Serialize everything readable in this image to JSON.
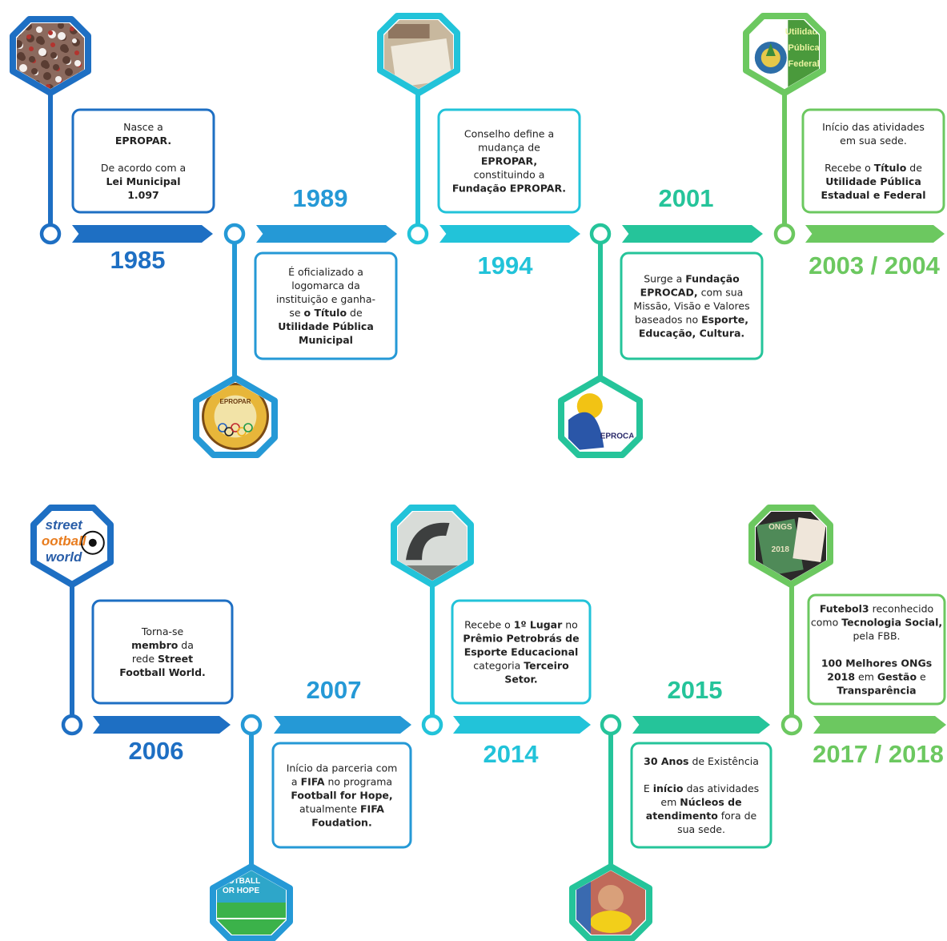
{
  "palette": {
    "dark_blue": "#1e6fc3",
    "mid_blue": "#2599d6",
    "cyan": "#22c3d9",
    "teal": "#25c49a",
    "green": "#6cc860"
  },
  "events": [
    {
      "year": "1985",
      "color": "#1e6fc3",
      "icon": "crowd-photo",
      "lines": [
        [
          {
            "t": "Nasce a"
          }
        ],
        [
          {
            "t": "EPROPAR.",
            "b": true
          }
        ],
        [],
        [
          {
            "t": "De acordo com a"
          }
        ],
        [
          {
            "t": "Lei Municipal",
            "b": true
          }
        ],
        [
          {
            "t": "1.097",
            "b": true
          }
        ]
      ]
    },
    {
      "year": "1989",
      "color": "#2599d6",
      "icon": "epropar-logo",
      "logo_text": "EPROPAR",
      "lines": [
        [
          {
            "t": "É oficializado a"
          }
        ],
        [
          {
            "t": "logomarca da"
          }
        ],
        [
          {
            "t": "instituição e ganha-"
          }
        ],
        [
          {
            "t": "se "
          },
          {
            "t": "o Título",
            "b": true
          },
          {
            "t": " de"
          }
        ],
        [
          {
            "t": "Utilidade Pública",
            "b": true
          }
        ],
        [
          {
            "t": "Municipal",
            "b": true
          }
        ]
      ]
    },
    {
      "year": "1994",
      "color": "#22c3d9",
      "icon": "document-photo",
      "lines": [
        [
          {
            "t": "Conselho define a"
          }
        ],
        [
          {
            "t": "mudança de"
          }
        ],
        [
          {
            "t": "EPROPAR,",
            "b": true
          }
        ],
        [
          {
            "t": "constituindo a"
          }
        ],
        [
          {
            "t": "Fundação EPROPAR.",
            "b": true
          }
        ]
      ]
    },
    {
      "year": "2001",
      "color": "#25c49a",
      "icon": "eprocad-logo",
      "logo_text": "EPROCA",
      "lines": [
        [
          {
            "t": "Surge a "
          },
          {
            "t": "Fundação",
            "b": true
          }
        ],
        [
          {
            "t": "EPROCAD,",
            "b": true
          },
          {
            "t": " com sua"
          }
        ],
        [
          {
            "t": "Missão, Visão e Valores"
          }
        ],
        [
          {
            "t": "baseados no "
          },
          {
            "t": "Esporte,",
            "b": true
          }
        ],
        [
          {
            "t": "Educação, Cultura.",
            "b": true
          }
        ]
      ]
    },
    {
      "year": "2003 / 2004",
      "color": "#6cc860",
      "icon": "brazil-coat-of-arms",
      "seal_text": [
        "Utilidade",
        "Pública",
        "Federal"
      ],
      "lines": [
        [
          {
            "t": "Início das atividades"
          }
        ],
        [
          {
            "t": "em sua sede."
          }
        ],
        [],
        [
          {
            "t": "Recebe o "
          },
          {
            "t": "Título",
            "b": true
          },
          {
            "t": " de"
          }
        ],
        [
          {
            "t": "Utilidade Pública",
            "b": true
          }
        ],
        [
          {
            "t": "Estadual e Federal",
            "b": true
          }
        ]
      ]
    },
    {
      "year": "2006",
      "color": "#1e6fc3",
      "icon": "street-football-world-logo",
      "logo_lines": [
        "street",
        "ootball",
        "world"
      ],
      "lines": [
        [
          {
            "t": "Torna-se"
          }
        ],
        [
          {
            "t": "membro",
            "b": true
          },
          {
            "t": " da"
          }
        ],
        [
          {
            "t": "rede "
          },
          {
            "t": "Street",
            "b": true
          }
        ],
        [
          {
            "t": "Football World.",
            "b": true
          }
        ]
      ]
    },
    {
      "year": "2007",
      "color": "#2599d6",
      "icon": "football-for-hope-logo",
      "logo_lines": [
        "OOTBALL",
        "OR HOPE"
      ],
      "lines": [
        [
          {
            "t": "Início da parceria com"
          }
        ],
        [
          {
            "t": "a "
          },
          {
            "t": "FIFA",
            "b": true
          },
          {
            "t": " no programa"
          }
        ],
        [
          {
            "t": "Football for Hope,",
            "b": true
          }
        ],
        [
          {
            "t": "atualmente "
          },
          {
            "t": "FIFA",
            "b": true
          }
        ],
        [
          {
            "t": "Foudation.",
            "b": true
          }
        ]
      ]
    },
    {
      "year": "2014",
      "color": "#22c3d9",
      "icon": "trophy-photo",
      "lines": [
        [
          {
            "t": "Recebe o "
          },
          {
            "t": "1º Lugar",
            "b": true
          },
          {
            "t": " no"
          }
        ],
        [
          {
            "t": "Prêmio Petrobrás de",
            "b": true
          }
        ],
        [
          {
            "t": "Esporte Educacional",
            "b": true
          }
        ],
        [
          {
            "t": "categoria "
          },
          {
            "t": "Terceiro",
            "b": true
          }
        ],
        [
          {
            "t": "Setor.",
            "b": true
          }
        ]
      ]
    },
    {
      "year": "2015",
      "color": "#25c49a",
      "icon": "child-photo",
      "lines": [
        [
          {
            "t": "30 Anos",
            "b": true
          },
          {
            "t": " de Existência"
          }
        ],
        [],
        [
          {
            "t": "E "
          },
          {
            "t": "início",
            "b": true
          },
          {
            "t": " das atividades"
          }
        ],
        [
          {
            "t": "em "
          },
          {
            "t": "Núcleos de",
            "b": true
          }
        ],
        [
          {
            "t": "atendimento",
            "b": true
          },
          {
            "t": " fora de"
          }
        ],
        [
          {
            "t": "sua sede."
          }
        ]
      ]
    },
    {
      "year": "2017 / 2018",
      "color": "#6cc860",
      "icon": "award-2018-photo",
      "photo_text": [
        "ONGS",
        "2018"
      ],
      "lines": [
        [
          {
            "t": "Futebol3",
            "b": true
          },
          {
            "t": " reconhecido"
          }
        ],
        [
          {
            "t": "como "
          },
          {
            "t": "Tecnologia Social,",
            "b": true
          }
        ],
        [
          {
            "t": "pela FBB."
          }
        ],
        [],
        [
          {
            "t": "100 Melhores ONGs",
            "b": true
          }
        ],
        [
          {
            "t": "2018",
            "b": true
          },
          {
            "t": " em "
          },
          {
            "t": "Gestão",
            "b": true
          },
          {
            "t": " e"
          }
        ],
        [
          {
            "t": "Transparência",
            "b": true
          }
        ]
      ]
    }
  ]
}
